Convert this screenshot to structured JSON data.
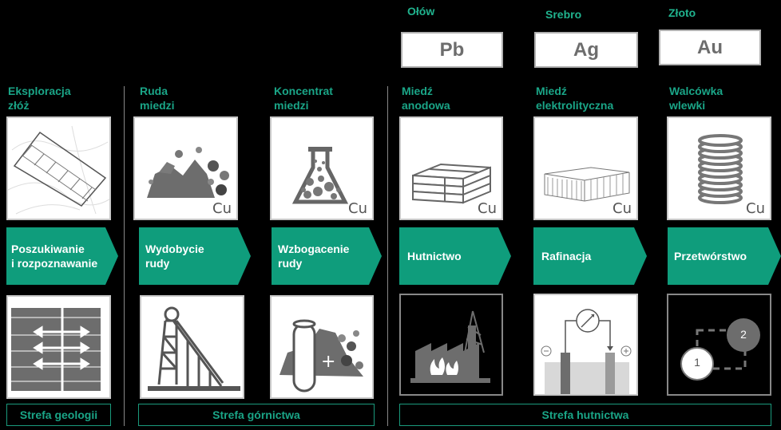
{
  "metals": [
    {
      "label": "Ołów",
      "symbol": "Pb"
    },
    {
      "label": "Srebro",
      "symbol": "Ag"
    },
    {
      "label": "Złoto",
      "symbol": "Au"
    }
  ],
  "stages": [
    {
      "title": "Eksploracja\nzłóż",
      "arrow": "Poszukiwanie\ni rozpoznawanie",
      "cu": ""
    },
    {
      "title": "Ruda\nmiedzi",
      "arrow": "Wydobycie\nrudy",
      "cu": "Cu"
    },
    {
      "title": "Koncentrat\nmiedzi",
      "arrow": "Wzbogacenie\nrudy",
      "cu": "Cu"
    },
    {
      "title": "Miedź\nanodowa",
      "arrow": "Hutnictwo",
      "cu": "Cu"
    },
    {
      "title": "Miedź\nelektrolityczna",
      "arrow": "Rafinacja",
      "cu": "Cu"
    },
    {
      "title": "Walcówka\nwlewki",
      "arrow": "Przetwórstwo",
      "cu": "Cu"
    }
  ],
  "zones": [
    "Strefa geologii",
    "Strefa górnictwa",
    "Strefa hutnictwa"
  ],
  "process_numbers": [
    "1",
    "2"
  ],
  "colors": {
    "accent": "#0f9d7c",
    "title": "#1aa587",
    "background": "#000000"
  }
}
